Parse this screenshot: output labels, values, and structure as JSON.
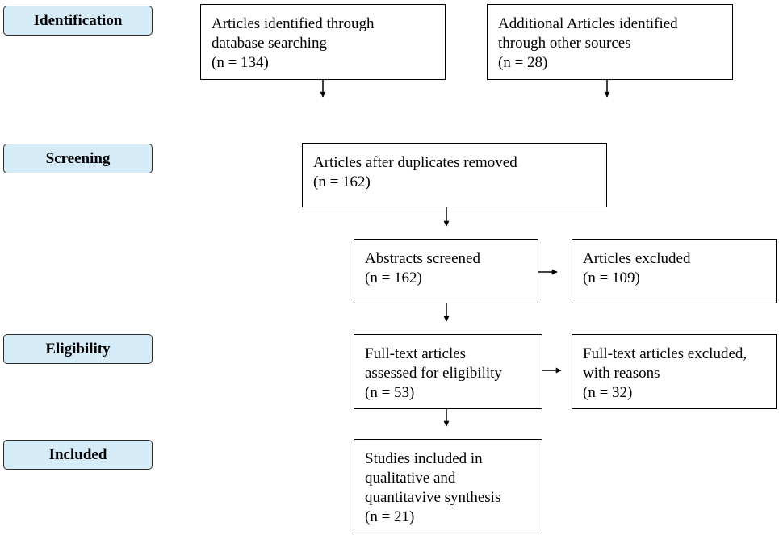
{
  "stages": {
    "identification": "Identification",
    "screening": "Screening",
    "eligibility": "Eligibility",
    "included": "Included"
  },
  "boxes": {
    "database_search": {
      "line1": "Articles identified through",
      "line2": "database searching",
      "line3": "(n = 134)"
    },
    "other_sources": {
      "line1": "Additional Articles identified",
      "line2": "through other sources",
      "line3": "(n =  28)"
    },
    "duplicates_removed": {
      "line1": "Articles after duplicates removed",
      "line2": "(n = 162)"
    },
    "abstracts_screened": {
      "line1": "Abstracts screened",
      "line2": "(n = 162)"
    },
    "articles_excluded": {
      "line1": "Articles excluded",
      "line2": "(n =  109)"
    },
    "fulltext_assessed": {
      "line1": "Full-text articles",
      "line2": "assessed for eligibility",
      "line3": "(n = 53)"
    },
    "fulltext_excluded": {
      "line1": "Full-text articles excluded,",
      "line2": "with reasons",
      "line3": "(n = 32)"
    },
    "studies_included": {
      "line1": "Studies included in",
      "line2": "qualitative and",
      "line3": "quantitavive synthesis",
      "line4": "(n = 21)"
    }
  }
}
